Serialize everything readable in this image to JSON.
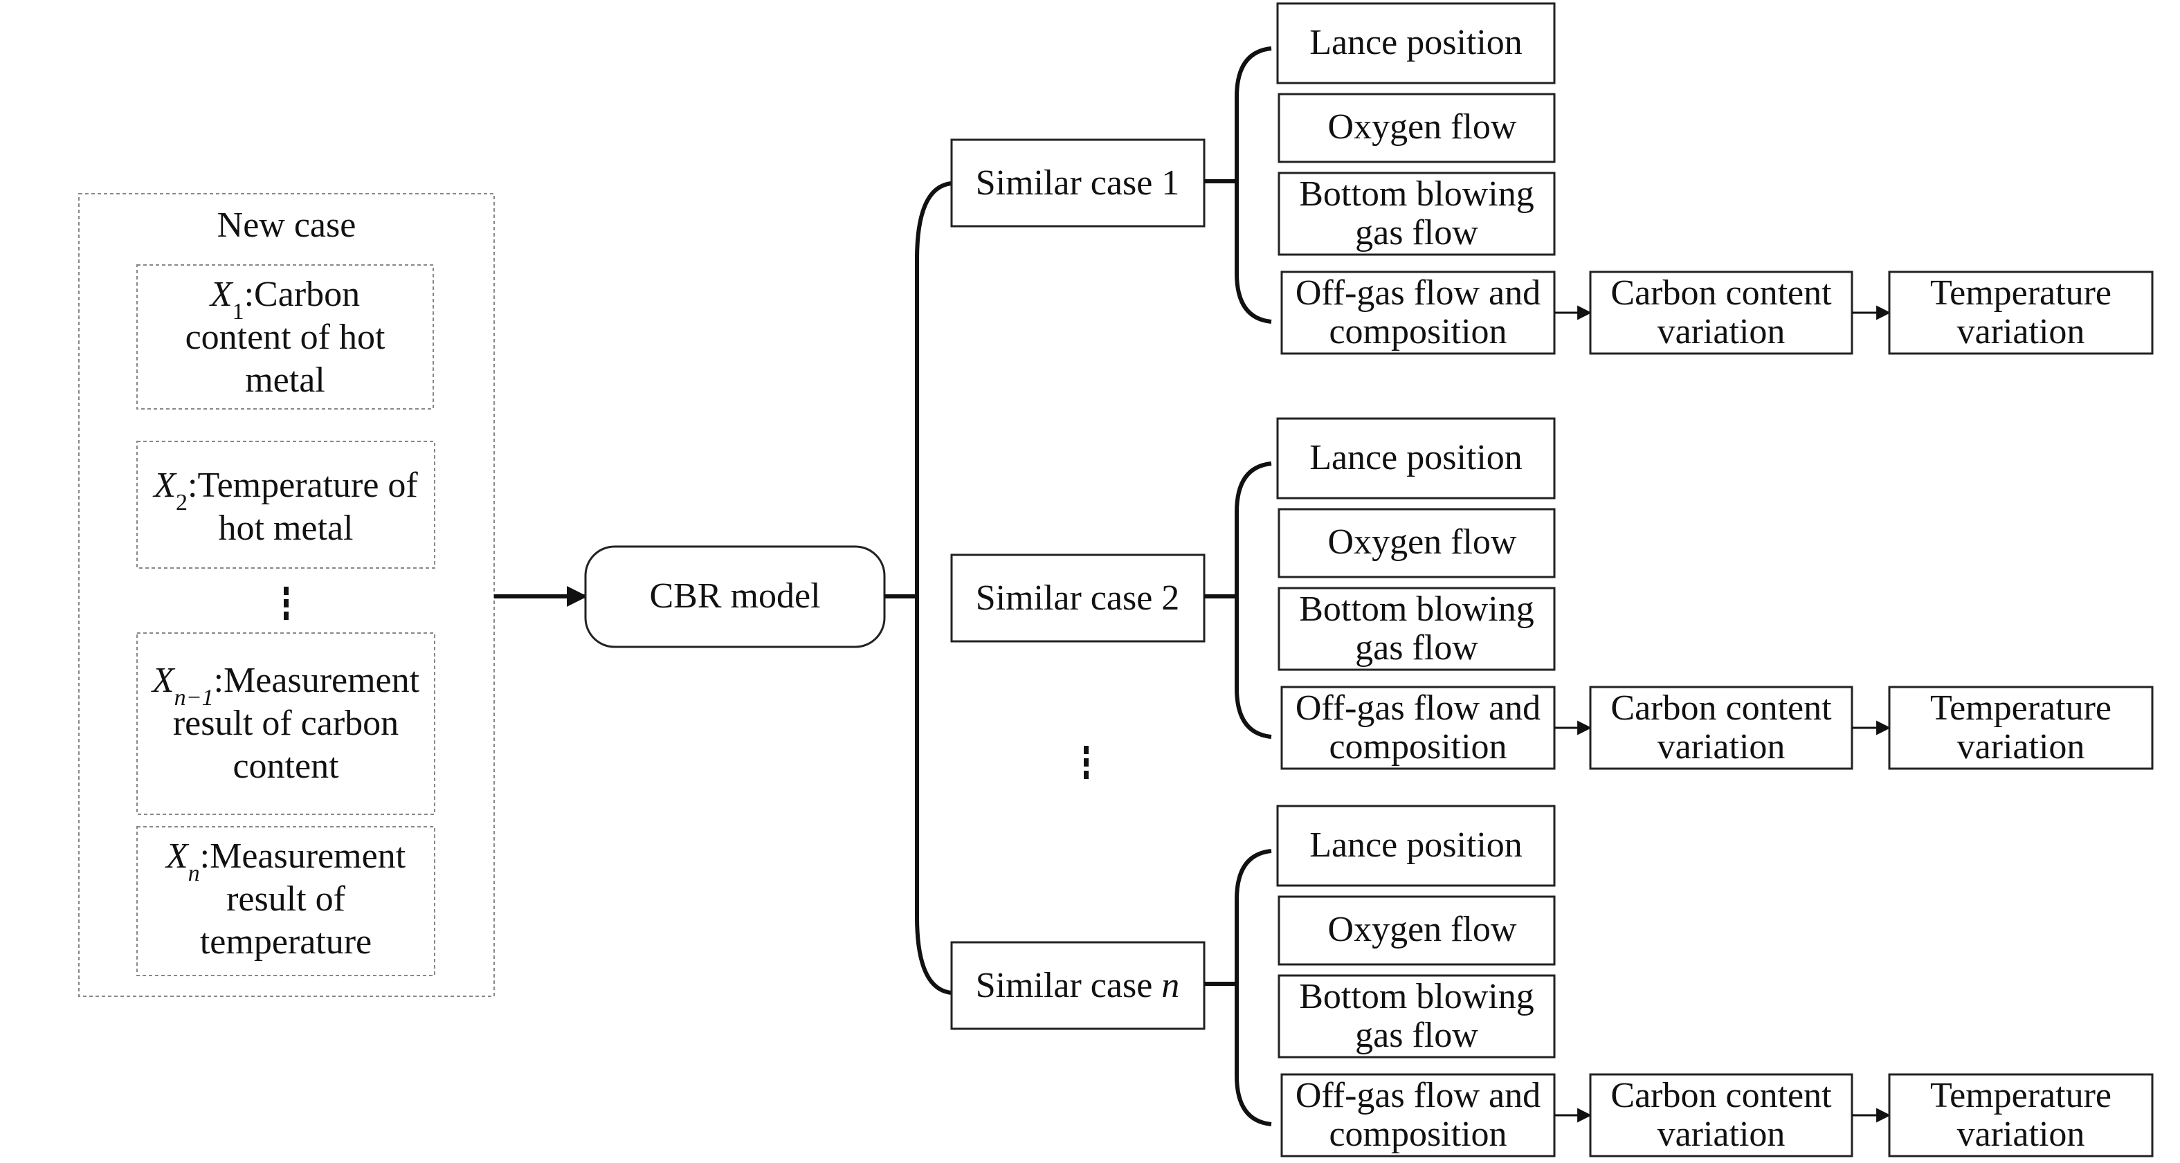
{
  "new_case": {
    "title": "New case",
    "variables": [
      {
        "var": "X",
        "sub": "1",
        "lines": [
          ":Carbon",
          "content of hot",
          "metal"
        ]
      },
      {
        "var": "X",
        "sub": "2",
        "lines": [
          ":Temperature of",
          "hot metal"
        ]
      },
      {
        "var": "X",
        "sub": "n−1",
        "lines": [
          ":Measurement",
          "result of carbon",
          "content"
        ]
      },
      {
        "var": "X",
        "sub": "n",
        "lines": [
          ":Measurement",
          "result of",
          "temperature"
        ]
      }
    ]
  },
  "model": {
    "label": "CBR model"
  },
  "cases": [
    {
      "label": "Similar case ",
      "suffix": "1",
      "suffix_italic": false
    },
    {
      "label": "Similar case ",
      "suffix": "2",
      "suffix_italic": false
    },
    {
      "label": "Similar case ",
      "suffix": "n",
      "suffix_italic": true
    }
  ],
  "case_items": {
    "lance": "Lance position",
    "oxygen": "Oxygen flow",
    "bottom": [
      "Bottom blowing",
      "gas flow"
    ],
    "offgas": [
      "Off-gas flow and",
      "composition"
    ],
    "carbon": [
      "Carbon content",
      "variation"
    ],
    "temperature": [
      "Temperature",
      "variation"
    ]
  },
  "colors": {
    "line": "#111111",
    "dashed_border": "#888888"
  }
}
